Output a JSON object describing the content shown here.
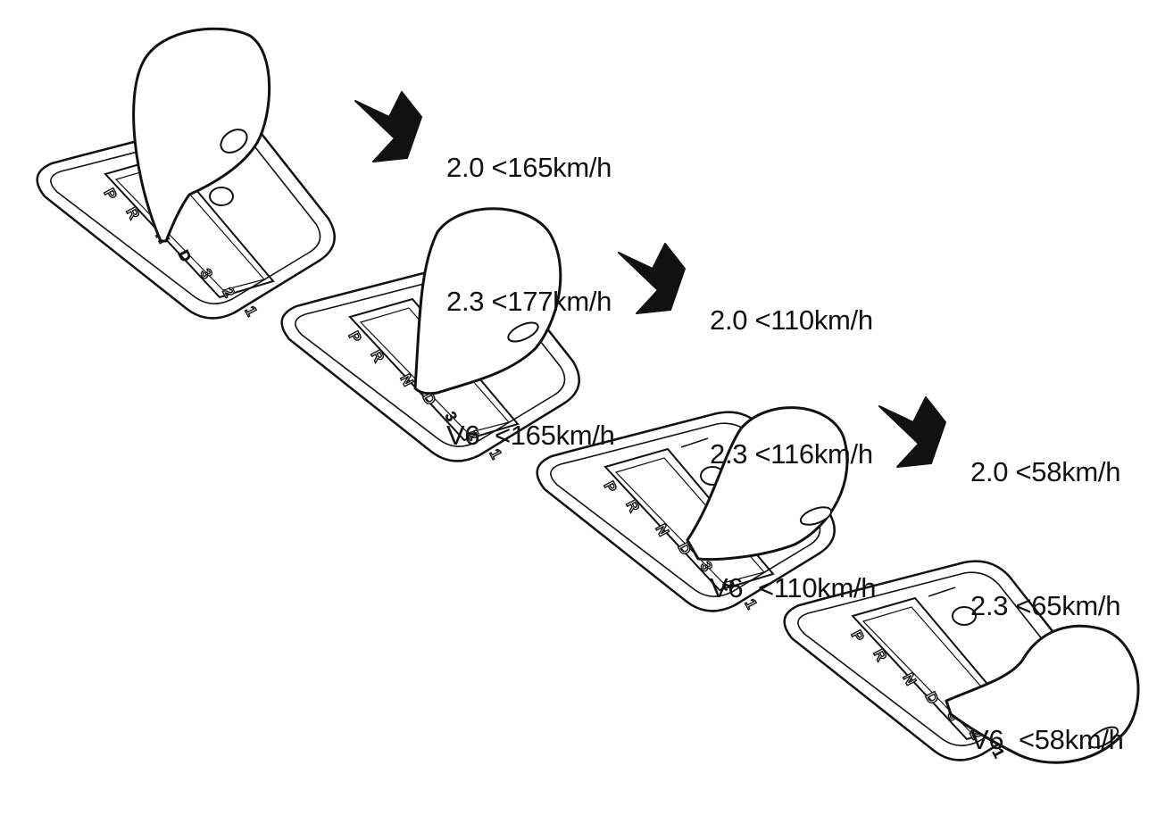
{
  "colors": {
    "ink": "#111111",
    "paper": "#ffffff"
  },
  "icons": {
    "arrow": "downshift-arrow-icon",
    "selector": "gear-selector-icon",
    "knob": "shift-knob-icon"
  },
  "selector_positions": [
    "P",
    "R",
    "N",
    "D",
    "3",
    "2",
    "1"
  ],
  "steps": [
    {
      "from": "D",
      "to": "3",
      "speeds": [
        "2.0 <165km/h",
        "2.3 <177km/h",
        "V6  <165km/h"
      ]
    },
    {
      "from": "3",
      "to": "2",
      "speeds": [
        "2.0 <110km/h",
        "2.3 <116km/h",
        "V6  <110km/h"
      ]
    },
    {
      "from": "2",
      "to": "1",
      "speeds": [
        "2.0 <58km/h",
        "2.3 <65km/h",
        "V6  <58km/h"
      ]
    }
  ]
}
